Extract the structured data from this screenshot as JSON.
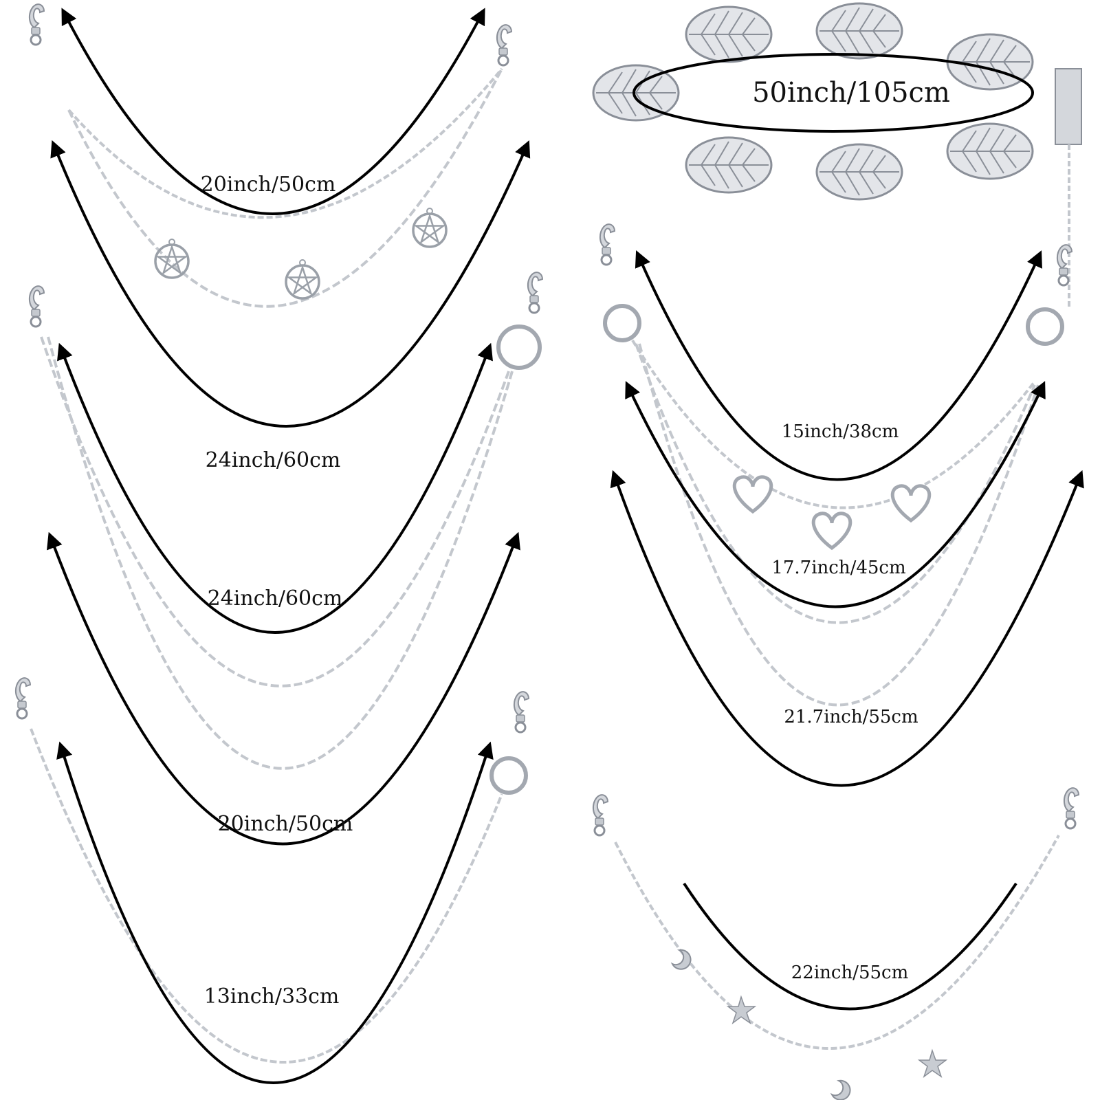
{
  "colors": {
    "background": "#ffffff",
    "arrow": "#000000",
    "chain": "#b8bcc4",
    "chain_highlight": "#e6e8ec",
    "text": "#111111"
  },
  "measurements": [
    {
      "id": "m1",
      "label": "20inch/50cm"
    },
    {
      "id": "m2",
      "label": "24inch/60cm"
    },
    {
      "id": "m3",
      "label": "24inch/60cm"
    },
    {
      "id": "m4",
      "label": "20inch/50cm"
    },
    {
      "id": "m5",
      "label": "13inch/33cm"
    },
    {
      "id": "m6",
      "label": "50inch/105cm"
    },
    {
      "id": "m7",
      "label": "15inch/38cm"
    },
    {
      "id": "m8",
      "label": "17.7inch/45cm"
    },
    {
      "id": "m9",
      "label": "21.7inch/55cm"
    },
    {
      "id": "m10",
      "label": "22inch/55cm"
    }
  ],
  "icons": [
    "lobster-clasp-icon",
    "pentagram-charm-icon",
    "o-ring-icon",
    "heart-charm-icon",
    "crescent-moon-charm-icon",
    "star-charm-icon",
    "leaf-link-icon",
    "measurement-arrow-icon"
  ]
}
